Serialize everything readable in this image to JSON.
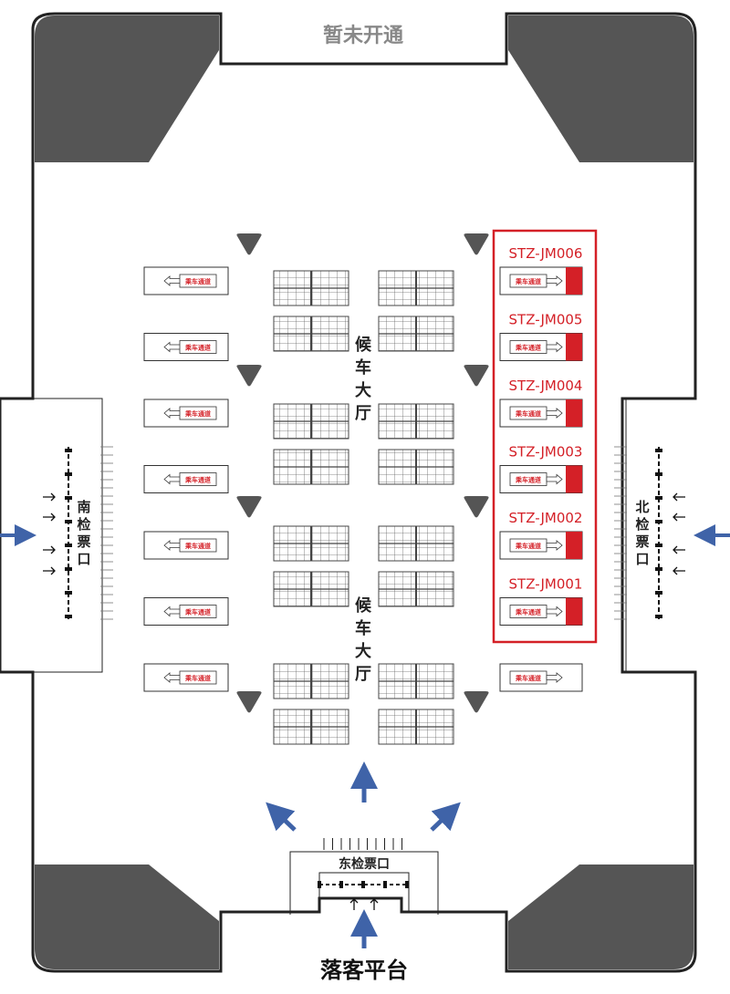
{
  "labels": {
    "top": "暂未开通",
    "bottom": "落客平台",
    "east_checkin": "东检票口",
    "south_checkin": [
      "南",
      "检",
      "票",
      "口"
    ],
    "north_checkin": [
      "北",
      "检",
      "票",
      "口"
    ],
    "hall_upper": [
      "候",
      "车",
      "大",
      "厅"
    ],
    "hall_lower": [
      "候",
      "车",
      "大",
      "厅"
    ]
  },
  "boarding_text": "乘车通道",
  "left_gates": 7,
  "right_gates": [
    {
      "code": "STZ-JM006",
      "highlighted": true
    },
    {
      "code": "STZ-JM005",
      "highlighted": true
    },
    {
      "code": "STZ-JM004",
      "highlighted": true
    },
    {
      "code": "STZ-JM003",
      "highlighted": true
    },
    {
      "code": "STZ-JM002",
      "highlighted": true
    },
    {
      "code": "STZ-JM001",
      "highlighted": true
    },
    {
      "code": "",
      "highlighted": false
    }
  ],
  "colors": {
    "accent_red": "#d42027",
    "arrow_blue": "#3f63a8",
    "corner_gray": "#555555",
    "wall": "#222222"
  },
  "icons": {
    "entry_arrow": "blue-arrow-icon",
    "walk_arrow": "black-arrow-icon",
    "column": "column-marker-icon",
    "gate": "turnstile-icon"
  }
}
